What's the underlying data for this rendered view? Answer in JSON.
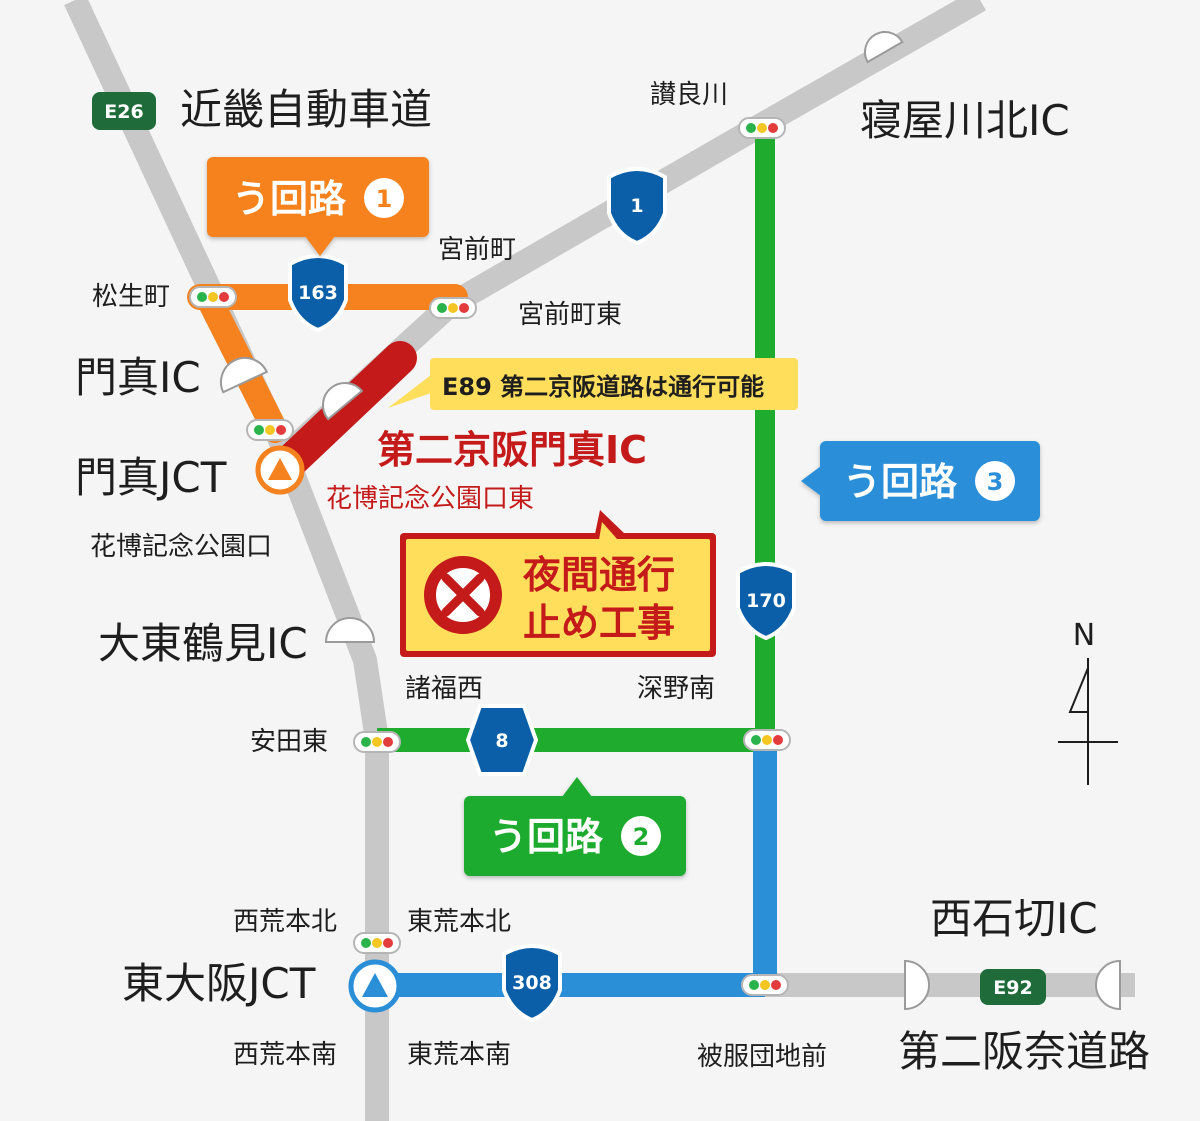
{
  "expressways": {
    "e26": {
      "code": "E26",
      "name": "近畿自動車道"
    },
    "e89": {
      "code": "E89",
      "note": "E89 第二京阪道路は通行可能"
    },
    "e92": {
      "code": "E92",
      "name": "第二阪奈道路"
    }
  },
  "interchanges": {
    "neyagawa_kita": "寝屋川北IC",
    "kadoma_ic": "門真IC",
    "kadoma_jct": "門真JCT",
    "daini_keihan_kadoma": "第二京阪門真IC",
    "daito_tsurumi": "大東鶴見IC",
    "higashiosaka_jct": "東大阪JCT",
    "nishi_ishikiri": "西石切IC"
  },
  "intersections": {
    "sanragawa": "讃良川",
    "miyamaecho": "宮前町",
    "miyamaecho_higashi": "宮前町東",
    "matsuocho": "松生町",
    "hanahaku_higashi": "花博記念公園口東",
    "hanahaku": "花博記念公園口",
    "morofuku_nishi": "諸福西",
    "fukanominami": "深野南",
    "yasudahigashi": "安田東",
    "nishiaramoto_kita": "西荒本北",
    "higashiaramoto_kita": "東荒本北",
    "nishiaramoto_minami": "西荒本南",
    "higashiaramoto_minami": "東荒本南",
    "hifukudanchimae": "被服団地前"
  },
  "routes": {
    "r1": "1",
    "r163": "163",
    "r170": "170",
    "r8": "8",
    "r308": "308"
  },
  "detours": {
    "d1": {
      "label": "う回路",
      "num": "1",
      "color": "#f5821f"
    },
    "d2": {
      "label": "う回路",
      "num": "2",
      "color": "#1fab2e"
    },
    "d3": {
      "label": "う回路",
      "num": "3",
      "color": "#2b8fd8"
    }
  },
  "closure": {
    "line1": "夜間通行",
    "line2": "止め工事",
    "color": "#c41a1a",
    "bg": "#ffde5c"
  },
  "compass": {
    "north": "N"
  },
  "colors": {
    "road": "#c8c8c8",
    "closed_road": "#c41a1a",
    "route_badge": "#0b5fa8",
    "expressway_badge": "#1f6b3a",
    "note_bg": "#ffde5c"
  }
}
